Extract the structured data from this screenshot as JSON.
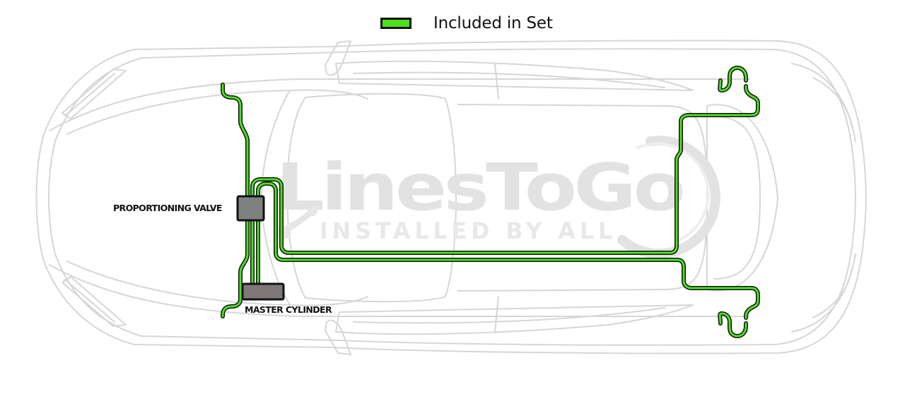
{
  "legend": {
    "swatch_color": "#4ce21d",
    "label": "Included in Set"
  },
  "components": {
    "proportioning_valve": {
      "label": "PROPORTIONING VALVE",
      "fill": "#7f8080"
    },
    "master_cylinder": {
      "label": "MASTER CYLINDER",
      "fill": "#7e7878"
    }
  },
  "watermark": {
    "title": "LinesToGo",
    "tagline": "INSTALLED BY ALL"
  },
  "colors": {
    "brake_line": "#4ce21d",
    "brake_line_outline": "#111111",
    "car_outline": "#d6d6d6",
    "watermark": "#e2e2e2"
  },
  "diagram": {
    "view": "top-down vehicle outline, front at left",
    "brake_lines": [
      "front-left line: valve to front-left wheel",
      "front-right line: valve to front-right wheel",
      "master cylinder to proportioning valve (2 lines)",
      "rear line to rear-left wheel",
      "rear line to rear-right wheel"
    ]
  }
}
